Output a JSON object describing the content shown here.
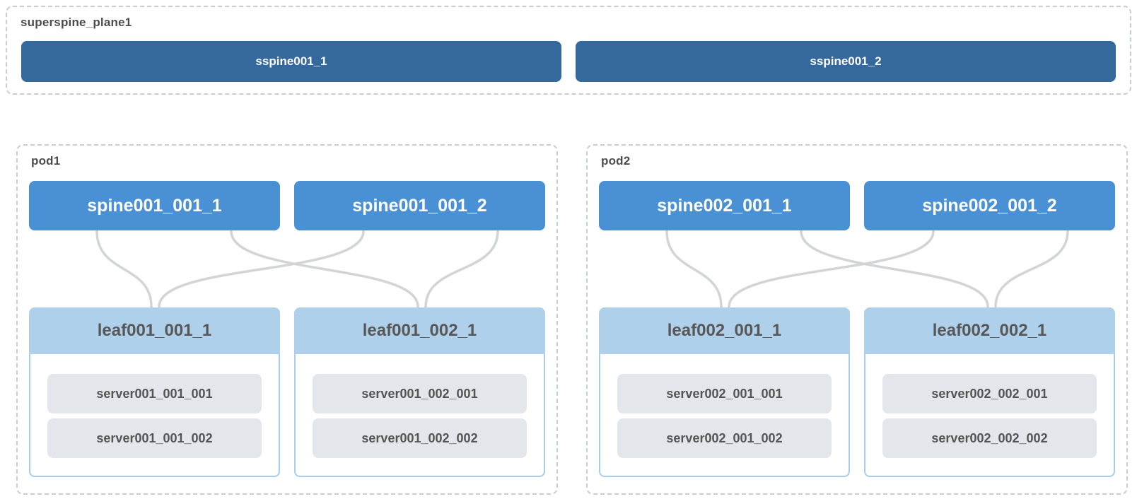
{
  "superspine_plane": {
    "label": "superspine_plane1",
    "nodes": [
      {
        "label": "sspine001_1"
      },
      {
        "label": "sspine001_2"
      }
    ]
  },
  "pods": [
    {
      "label": "pod1",
      "spines": [
        {
          "label": "spine001_001_1"
        },
        {
          "label": "spine001_001_2"
        }
      ],
      "leafs": [
        {
          "label": "leaf001_001_1",
          "servers": [
            "server001_001_001",
            "server001_001_002"
          ]
        },
        {
          "label": "leaf001_002_1",
          "servers": [
            "server001_002_001",
            "server001_002_002"
          ]
        }
      ]
    },
    {
      "label": "pod2",
      "spines": [
        {
          "label": "spine002_001_1"
        },
        {
          "label": "spine002_001_2"
        }
      ],
      "leafs": [
        {
          "label": "leaf002_001_1",
          "servers": [
            "server002_001_001",
            "server002_001_002"
          ]
        },
        {
          "label": "leaf002_002_1",
          "servers": [
            "server002_002_001",
            "server002_002_002"
          ]
        }
      ]
    }
  ],
  "colors": {
    "superspine_node": "#35689c",
    "spine_node": "#4a90d5",
    "leaf_header": "#afd0eb",
    "leaf_border": "#a8cdec",
    "server_node": "#e3e6eb",
    "link_line": "#d2d4d6",
    "container_dash": "#c9cdd1",
    "label_text": "#4c4c4c",
    "node_text_light": "#ffffff",
    "node_text_dark": "#575757"
  }
}
